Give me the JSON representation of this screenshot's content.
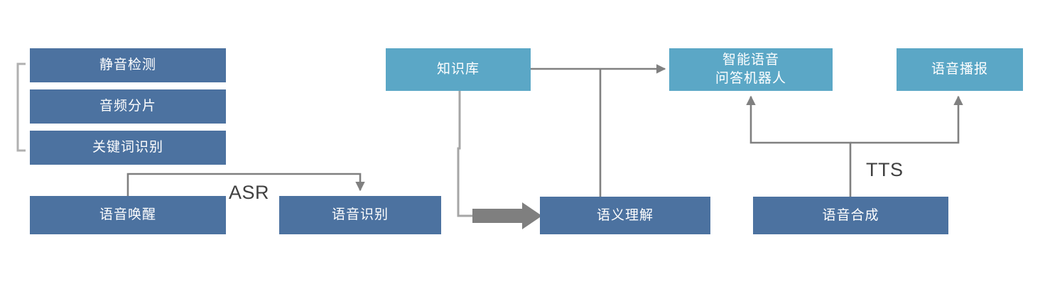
{
  "diagram": {
    "title_text": "",
    "colors": {
      "dark_blue": "#4c72a0",
      "light_blue": "#5ba7c6",
      "connector_gray": "#808080",
      "block_arrow_gray": "#7f7f7f",
      "label_text": "#404040",
      "background": "#ffffff"
    },
    "nodes": [
      {
        "id": "silence_detection",
        "label": "静音检测",
        "style": "dark"
      },
      {
        "id": "audio_slicing",
        "label": "音频分片",
        "style": "dark"
      },
      {
        "id": "keyword_spotting",
        "label": "关键词识别",
        "style": "dark"
      },
      {
        "id": "voice_wakeup",
        "label": "语音唤醒",
        "style": "dark"
      },
      {
        "id": "speech_recognition",
        "label": "语音识别",
        "style": "dark"
      },
      {
        "id": "knowledge_base",
        "label": "知识库",
        "style": "light"
      },
      {
        "id": "semantic_understanding",
        "label": "语义理解",
        "style": "dark"
      },
      {
        "id": "qa_robot",
        "label": "智能语音\n问答机器人",
        "style": "light"
      },
      {
        "id": "speech_synthesis",
        "label": "语音合成",
        "style": "dark"
      },
      {
        "id": "voice_broadcast",
        "label": "语音播报",
        "style": "light"
      }
    ],
    "edge_labels": [
      {
        "id": "asr",
        "text": "ASR"
      },
      {
        "id": "tts",
        "text": "TTS"
      }
    ]
  }
}
